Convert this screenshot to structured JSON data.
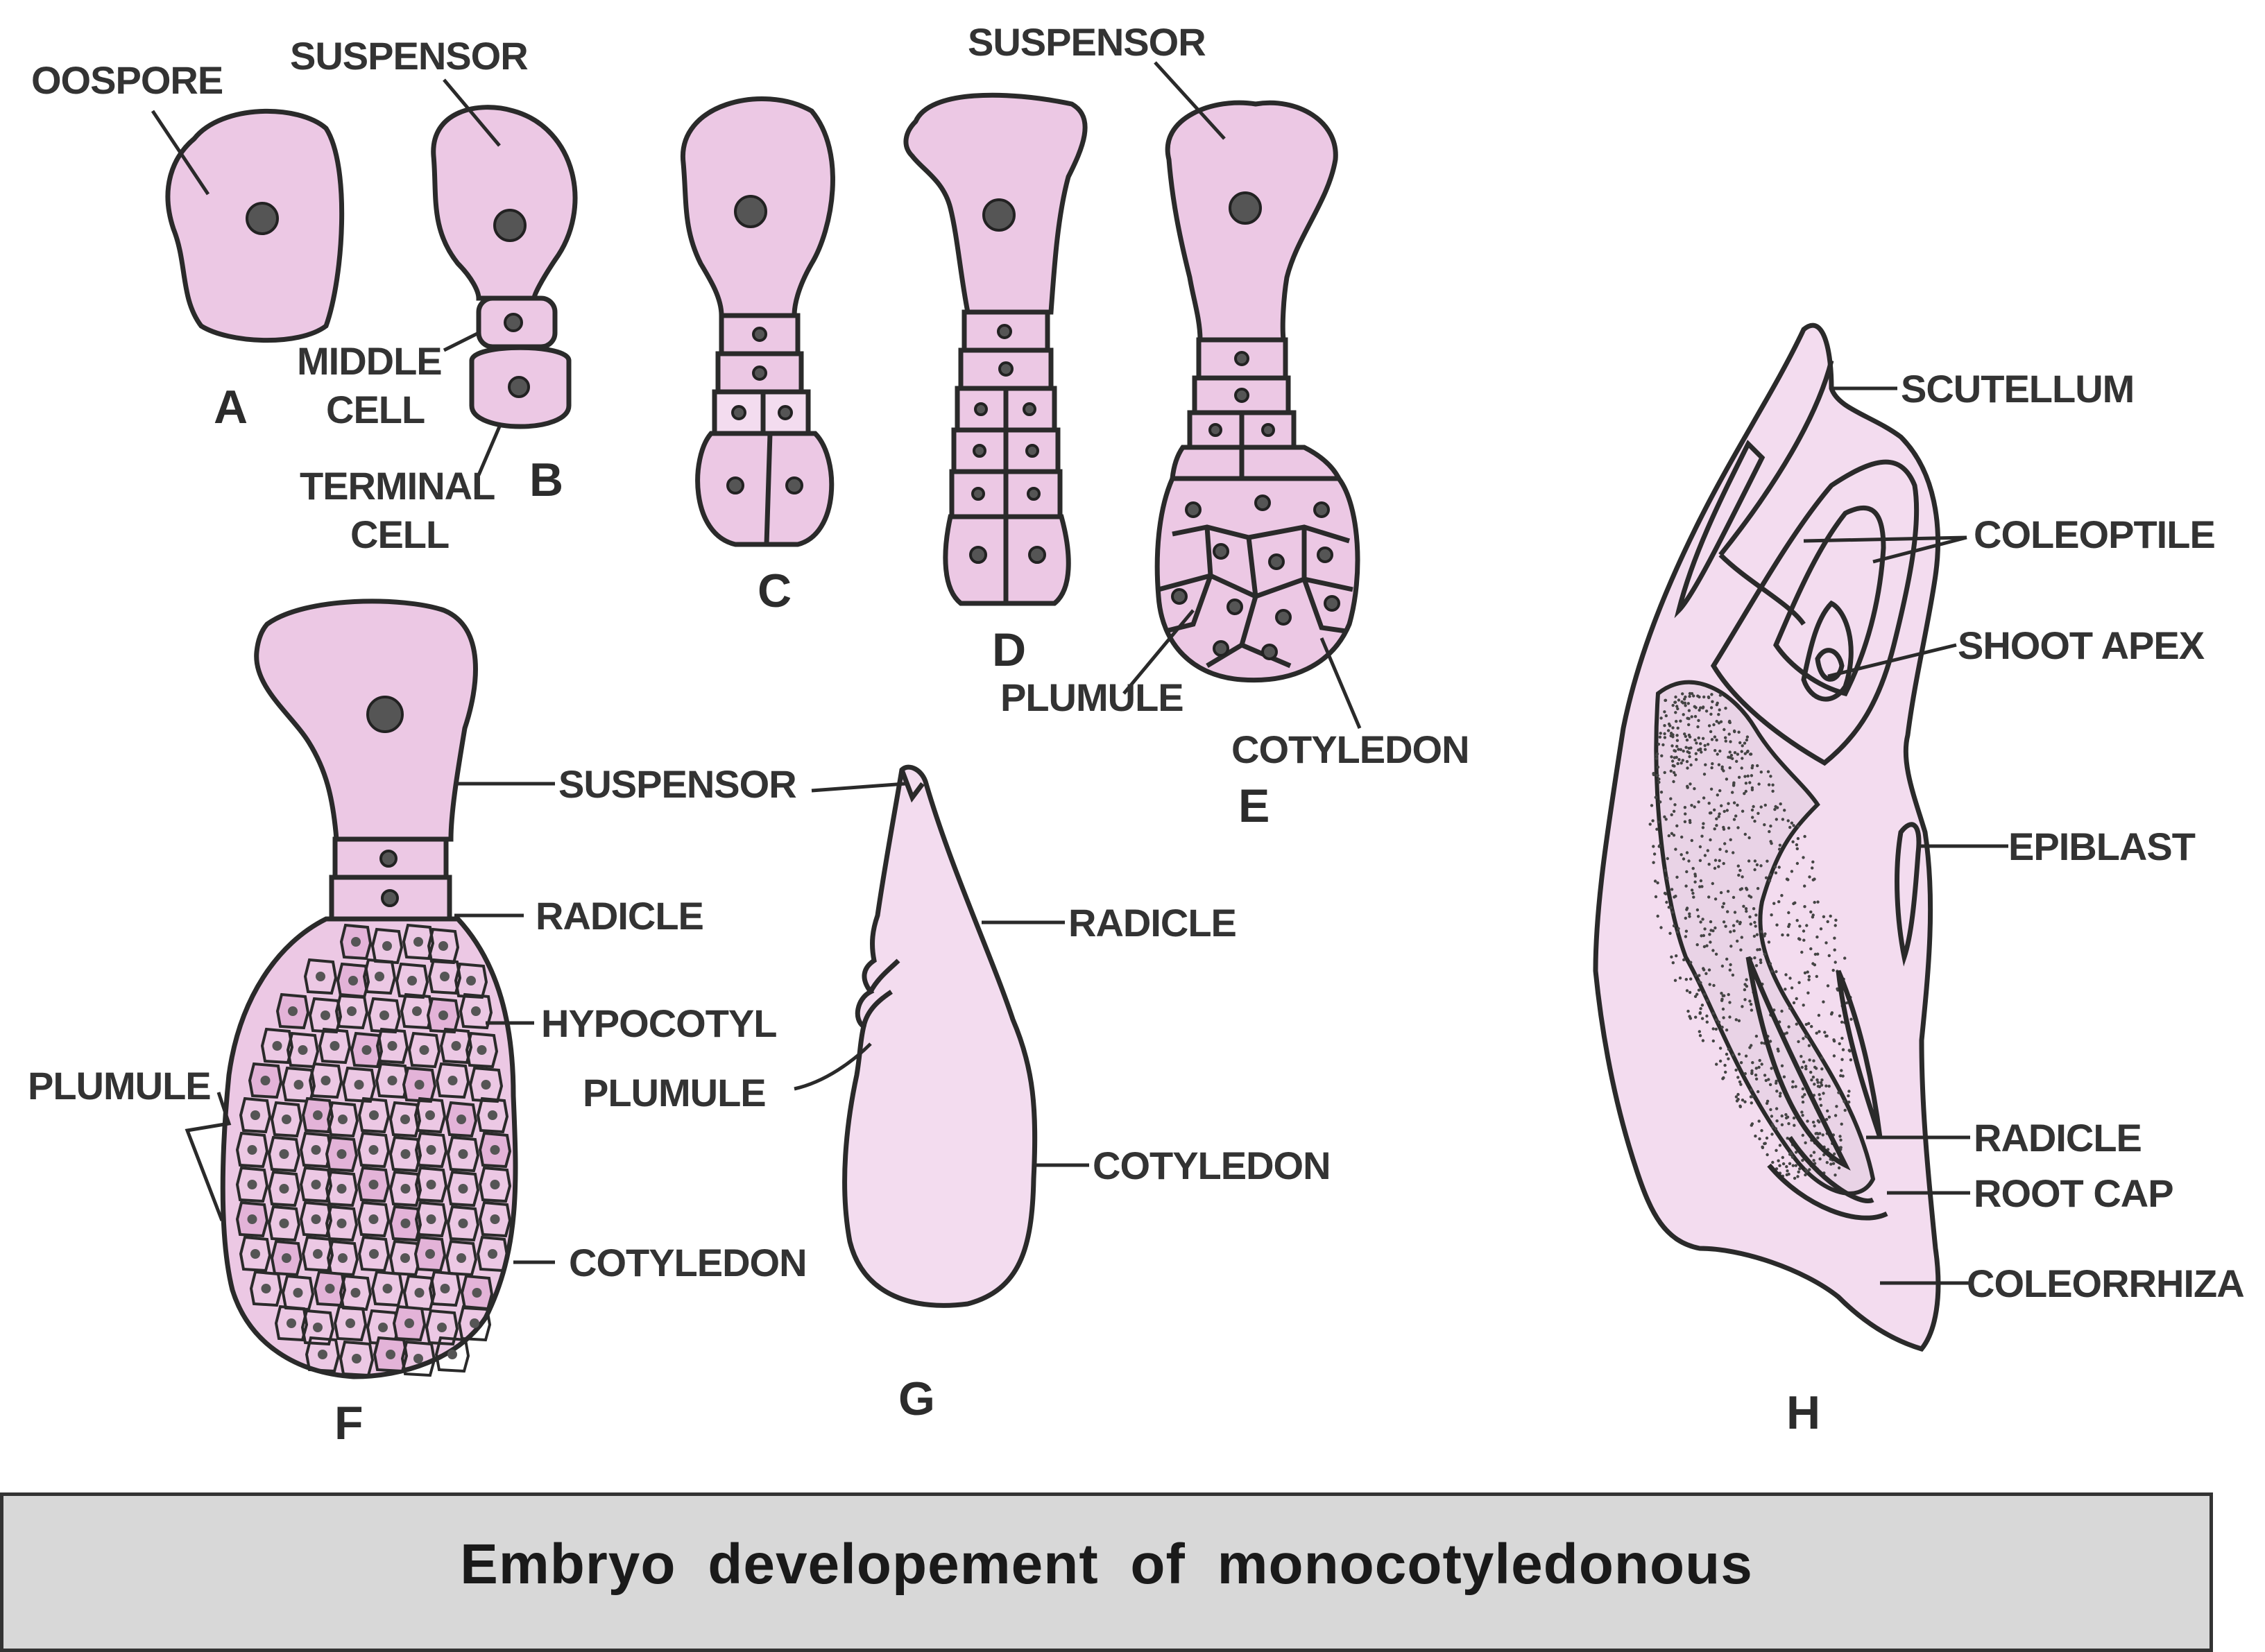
{
  "caption": "Embryo developement of monocotyledonous",
  "stages": {
    "a": "A",
    "b": "B",
    "c": "C",
    "d": "D",
    "e": "E",
    "f": "F",
    "g": "G",
    "h": "H"
  },
  "labels": {
    "oospore": "OOSPORE",
    "suspensor_b": "SUSPENSOR",
    "middle_cell_1": "MIDDLE",
    "middle_cell_2": "CELL",
    "terminal_cell_1": "TERMINAL",
    "terminal_cell_2": "CELL",
    "suspensor_e": "SUSPENSOR",
    "plumule_e": "PLUMULE",
    "cotyledon_e": "COTYLEDON",
    "suspensor_f": "SUSPENSOR",
    "radicle_f": "RADICLE",
    "hypocotyl_f": "HYPOCOTYL",
    "plumule_f": "PLUMULE",
    "cotyledon_f": "COTYLEDON",
    "radicle_g": "RADICLE",
    "plumule_g": "PLUMULE",
    "cotyledon_g": "COTYLEDON",
    "scutellum": "SCUTELLUM",
    "coleoptile": "COLEOPTILE",
    "shoot_apex": "SHOOT APEX",
    "epiblast": "EPIBLAST",
    "radicle_h": "RADICLE",
    "root_cap": "ROOT CAP",
    "coleorrhiza": "COLEORRHIZA"
  },
  "colors": {
    "cell_fill": "#ecc8e4",
    "outline": "#2a2a2a",
    "caption_bg": "#d8d8d8"
  }
}
